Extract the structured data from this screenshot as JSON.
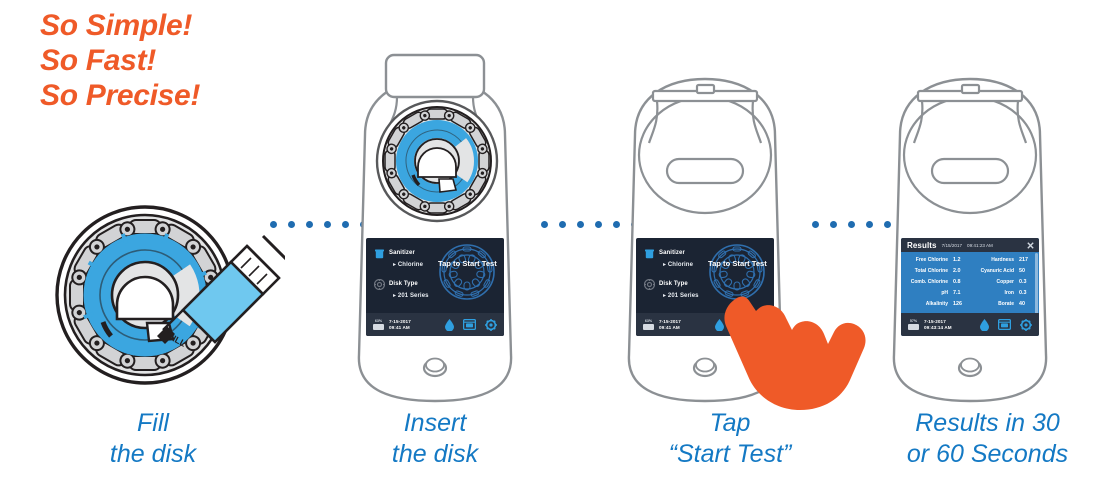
{
  "headline": {
    "line1": "So Simple!",
    "line2": "So Fast!",
    "line3": "So Precise!",
    "color": "#ef5a28"
  },
  "colors": {
    "accent_orange": "#ef5a28",
    "caption_blue": "#1479c4",
    "dot_blue": "#1f6cb0",
    "disk_blue": "#3ba6e0",
    "device_outline": "#8c9094",
    "screen_dark": "#1b2433",
    "screen_results": "#2f7fc1"
  },
  "steps": [
    {
      "index": 1,
      "caption_line1": "Fill",
      "caption_line2": "the disk",
      "illustration": "test-disk-with-syringe"
    },
    {
      "index": 2,
      "caption_line1": "Insert",
      "caption_line2": "the disk",
      "illustration": "photometer-open-lid-with-disk"
    },
    {
      "index": 3,
      "caption_line1": "Tap",
      "caption_line2": "“Start Test”",
      "illustration": "photometer-closed-lid-with-hand"
    },
    {
      "index": 4,
      "caption_line1": "Results in 30",
      "caption_line2": "or 60 Seconds",
      "illustration": "photometer-closed-lid-results"
    }
  ],
  "home_screen": {
    "sanitizer_label": "Sanitizer",
    "sanitizer_value": "▸ Chlorine",
    "disk_type_label": "Disk Type",
    "disk_type_value": "▸ 201 Series",
    "start_button_line1": "Tap to",
    "start_button_line2": "Start Test",
    "status": {
      "battery_percent": "63%",
      "date": "7-15-2017",
      "time": "09:41 AM"
    },
    "icons": [
      "water-drop-icon",
      "test-disk-icon",
      "gear-icon"
    ]
  },
  "results_screen": {
    "title": "Results",
    "date": "7/15/2017",
    "time": "09:41:23 AM",
    "close_icon": "close-icon",
    "readings_left": [
      {
        "name": "Free Chlorine",
        "value": "1.2"
      },
      {
        "name": "Total Chlorine",
        "value": "2.0"
      },
      {
        "name": "Comb. Chlorine",
        "value": "0.8"
      },
      {
        "name": "pH",
        "value": "7.1"
      },
      {
        "name": "Alkalinity",
        "value": "126"
      }
    ],
    "readings_right": [
      {
        "name": "Hardness",
        "value": "217"
      },
      {
        "name": "Cyanuric Acid",
        "value": "50"
      },
      {
        "name": "Copper",
        "value": "0.3"
      },
      {
        "name": "Iron",
        "value": "0.3"
      },
      {
        "name": "Borate",
        "value": "40"
      }
    ],
    "status": {
      "battery_percent": "57%",
      "date": "7-15-2017",
      "time": "09:43:14 AM"
    },
    "icons": [
      "water-drop-icon",
      "test-disk-icon",
      "gear-icon"
    ]
  },
  "disk_label": "FILL"
}
